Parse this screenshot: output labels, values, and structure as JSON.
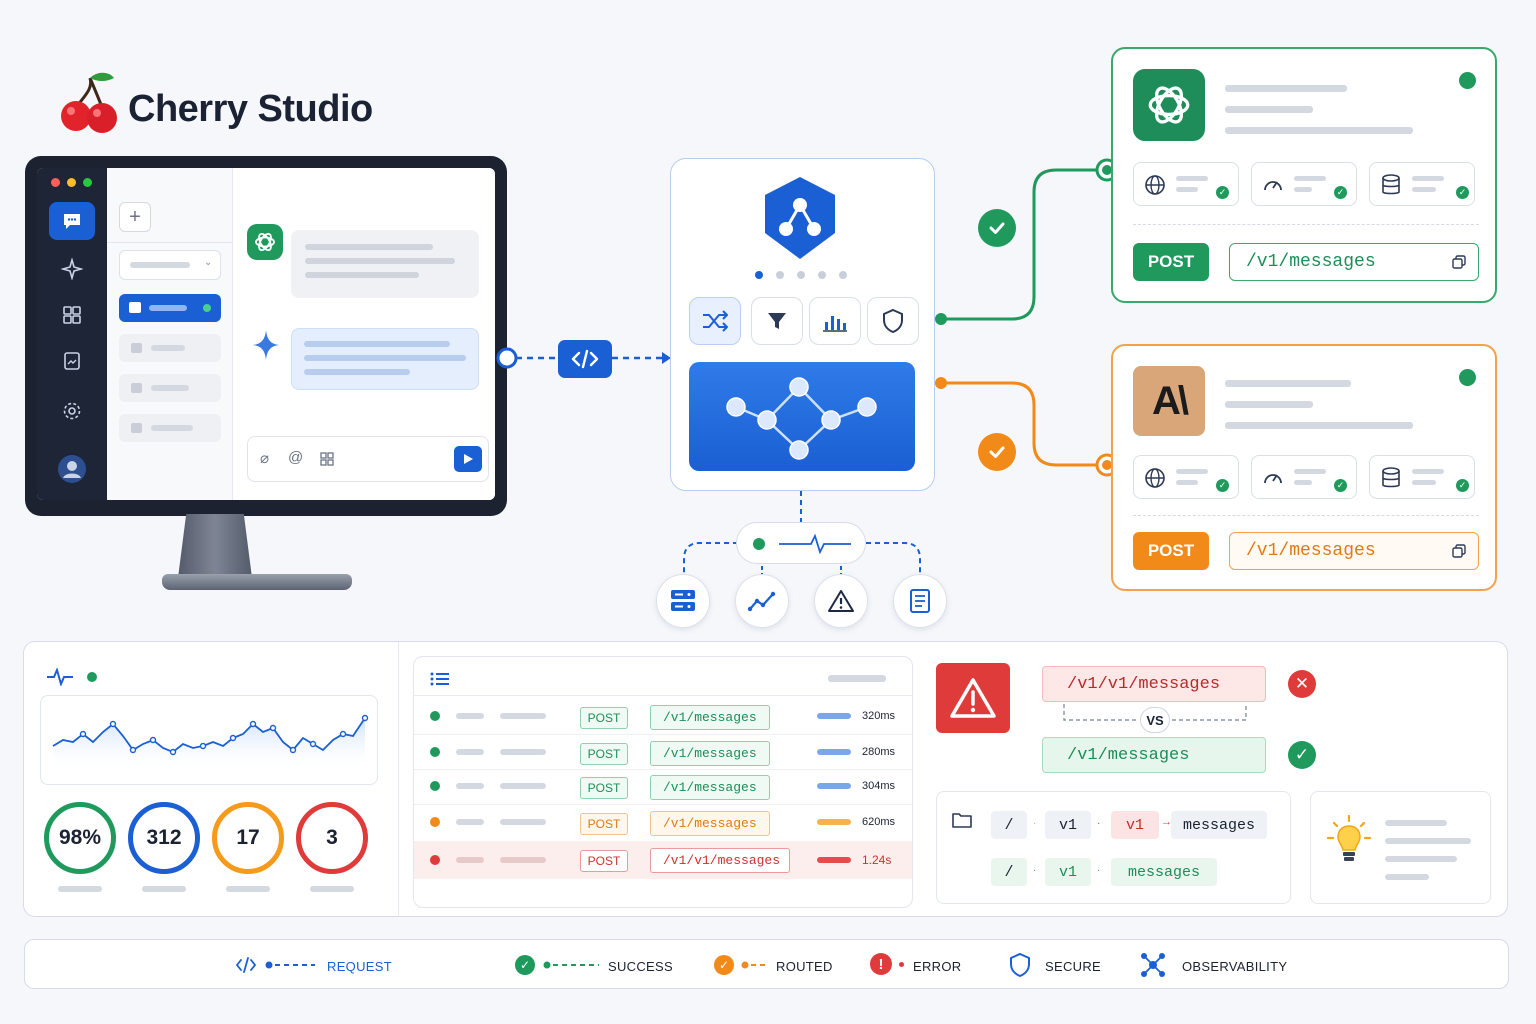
{
  "brand": {
    "title": "Cherry Studio"
  },
  "provider_openai": {
    "method": "POST",
    "path": "/v1/messages",
    "color": "#1f9a5c"
  },
  "provider_anthropic": {
    "method": "POST",
    "path": "/v1/messages",
    "logo_text": "A\\",
    "color": "#f28a1a"
  },
  "metrics": [
    {
      "value": "98%",
      "color": "#1f9a5c"
    },
    {
      "value": "312",
      "color": "#1a5fd3"
    },
    {
      "value": "17",
      "color": "#f59a1b"
    },
    {
      "value": "3",
      "color": "#e03b3b"
    }
  ],
  "logs": [
    {
      "method": "POST",
      "path": "/v1/messages",
      "time": "320ms",
      "status": "success"
    },
    {
      "method": "POST",
      "path": "/v1/messages",
      "time": "280ms",
      "status": "success"
    },
    {
      "method": "POST",
      "path": "/v1/messages",
      "time": "304ms",
      "status": "success"
    },
    {
      "method": "POST",
      "path": "/v1/messages",
      "time": "620ms",
      "status": "warning"
    },
    {
      "method": "POST",
      "path": "/v1/v1/messages",
      "time": "1.24s",
      "status": "error"
    }
  ],
  "diff": {
    "wrong_path": "/v1/v1/messages",
    "vs_label": "VS",
    "right_path": "/v1/messages",
    "wrong_segments": [
      "/",
      "v1",
      "v1",
      "messages"
    ],
    "right_segments": [
      "/",
      "v1",
      "messages"
    ]
  },
  "legend": {
    "request": "REQUEST",
    "success": "SUCCESS",
    "routed": "ROUTED",
    "error": "ERROR",
    "secure": "SECURE",
    "observability": "OBSERVABILITY"
  },
  "colors": {
    "accent": "#1a5fd3",
    "success": "#1f9a5c",
    "warning": "#f28a1a",
    "error": "#e03b3b"
  }
}
